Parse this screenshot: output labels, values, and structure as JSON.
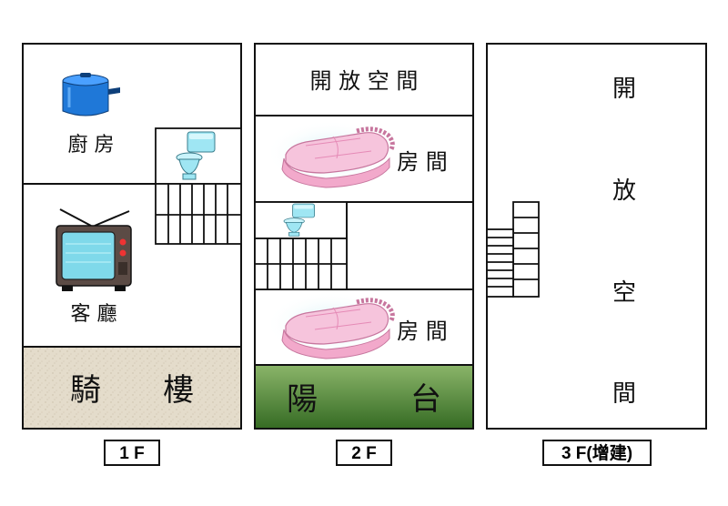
{
  "floors": [
    {
      "tag": "1 F",
      "rooms": {
        "kitchen": "廚 房",
        "living": "客 廳",
        "arcade": "騎　　樓"
      }
    },
    {
      "tag": "2 F",
      "rooms": {
        "open_space": "開 放 空 間",
        "bedroom_upper": "房 間",
        "bedroom_lower": "房 間",
        "balcony": "陽　　　台"
      }
    },
    {
      "tag": "3 F(增建)",
      "rooms": {
        "open_1": "開",
        "open_2": "放",
        "open_3": "空",
        "open_4": "間"
      }
    }
  ],
  "colors": {
    "line": "#111111",
    "arcade_fill": "#e4dccb",
    "balcony_top": "#8bb56a",
    "balcony_bottom": "#356b23",
    "pot_blue": "#1f78d8",
    "toilet_cyan": "#9fe6f3",
    "tv_screen": "#7fd9ea",
    "bed_pink": "#f6c4dc"
  },
  "icons": [
    "cooking-pot-icon",
    "toilet-icon",
    "television-icon",
    "bed-icon",
    "staircase-icon"
  ]
}
